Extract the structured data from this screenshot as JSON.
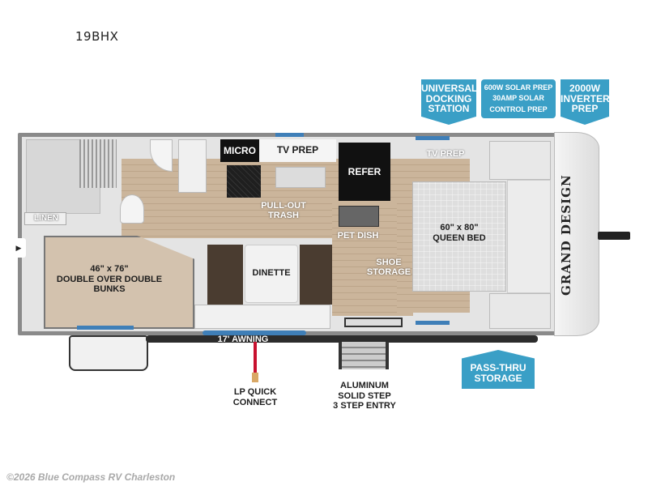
{
  "model": "19BHX",
  "brand_logo": "GRAND DESIGN",
  "callouts_top": [
    {
      "id": "docking",
      "lines": [
        "UNIVERSAL",
        "DOCKING",
        "STATION"
      ]
    },
    {
      "id": "solar",
      "lines": [
        "600W SOLAR PREP",
        "30AMP SOLAR",
        "CONTROL PREP"
      ]
    },
    {
      "id": "inverter",
      "lines": [
        "2000W",
        "INVERTER",
        "PREP"
      ]
    }
  ],
  "callouts_bottom": [
    {
      "id": "pass-thru",
      "lines": [
        "PASS-THRU",
        "STORAGE"
      ]
    }
  ],
  "rooms": {
    "micro": "MICRO",
    "tv_prep_kitchen": "TV PREP",
    "refer": "REFER",
    "tv_prep_bedroom": "TV PREP",
    "pullout_trash": [
      "PULL-OUT",
      "TRASH"
    ],
    "pet_dish": "PET DISH",
    "linen": "LINEN",
    "bed": [
      "60\" x 80\"",
      "QUEEN BED"
    ],
    "shoe_storage": [
      "SHOE",
      "STORAGE"
    ],
    "bunks": [
      "46\" x 76\"",
      "DOUBLE OVER DOUBLE",
      "BUNKS"
    ],
    "dinette": "DINETTE"
  },
  "exterior": {
    "awning": "17' AWNING",
    "lp": [
      "LP QUICK",
      "CONNECT"
    ],
    "steps": [
      "ALUMINUM",
      "SOLID STEP",
      "3 STEP ENTRY"
    ]
  },
  "colors": {
    "callout": "#3a9fc6",
    "lp_line": "#c8102e",
    "window": "#3f7fb8"
  },
  "footer": "©2026 Blue Compass RV Charleston"
}
